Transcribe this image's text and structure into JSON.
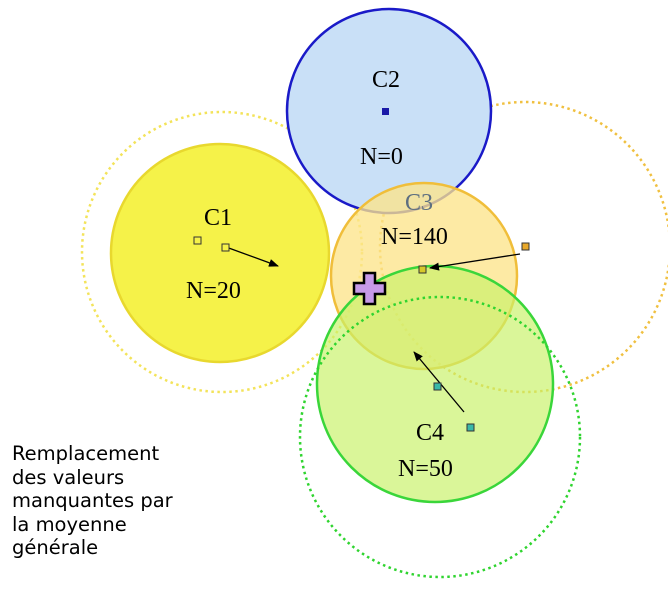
{
  "diagram": {
    "clusters": [
      {
        "id": "c1",
        "name": "C1",
        "count": "N=20"
      },
      {
        "id": "c2",
        "name": "C2",
        "count": "N=0"
      },
      {
        "id": "c3",
        "name": "C3",
        "count": "N=140"
      },
      {
        "id": "c4",
        "name": "C4",
        "count": "N=50"
      }
    ],
    "colors": {
      "c1_fill": "#f5f249",
      "c1_stroke": "#e8d82e",
      "c2_fill": "#c9e0f7",
      "c2_stroke": "#1a1ac8",
      "c3_fill": "#fde48a",
      "c3_stroke": "#f0be3a",
      "c4_fill": "#c9f268",
      "c4_stroke": "#3ad63a",
      "dotted_c1": "#f3e35a",
      "dotted_c3": "#f0c040",
      "dotted_c4": "#2fd42f",
      "global_mean_marker": "#c79ae8",
      "arrows": "#000000"
    },
    "icons": [
      "plus-shape-marker",
      "square-point-marker"
    ]
  },
  "caption": {
    "lines": [
      "Remplacement",
      "des valeurs",
      "manquantes par",
      "la moyenne",
      "générale"
    ]
  }
}
